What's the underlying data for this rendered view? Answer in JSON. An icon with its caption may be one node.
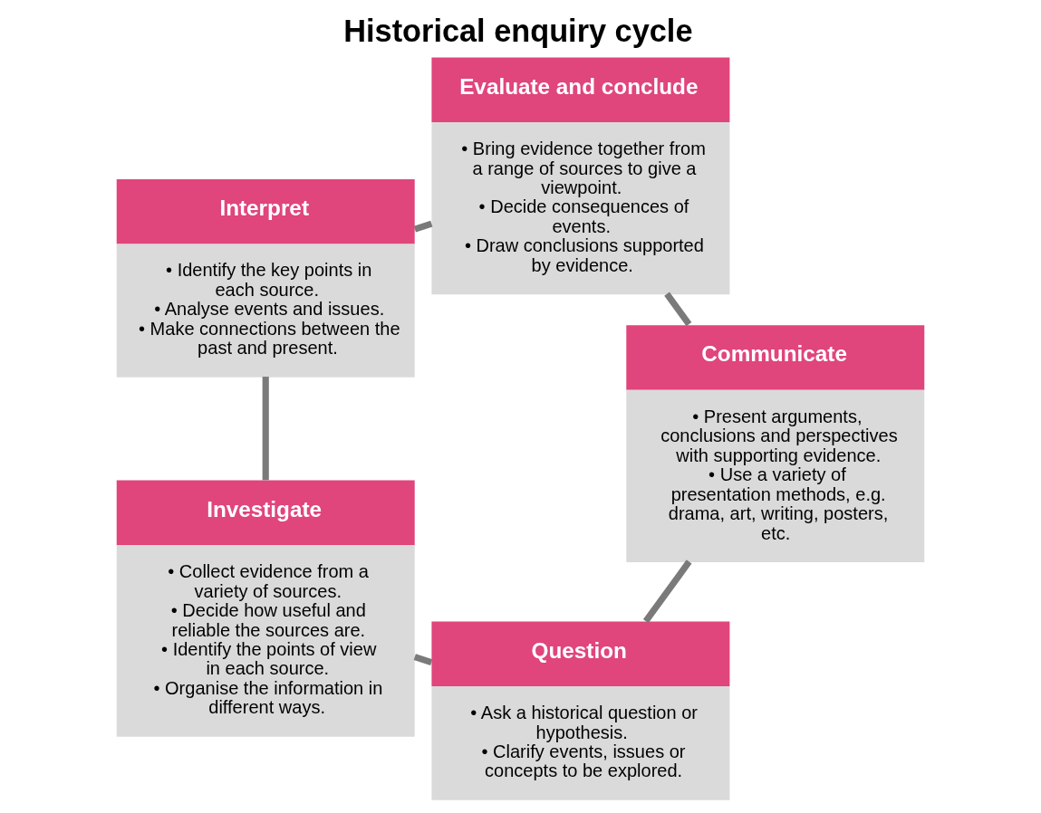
{
  "diagram": {
    "title": "Historical enquiry cycle",
    "nodes": [
      {
        "text": [
          "Question",
          "• Ask a historical question or hypothesis.",
          "• Clarify events, issues or concepts to be explored."
        ]
      },
      {
        "text": [
          "Communicate",
          "• Present arguments, conclusions and perspectives with supporting evidence.",
          "• Use a variety of presentation methods, e.g. drama, art, writing, posters, etc."
        ]
      },
      {
        "text": [
          "Investigate",
          "• Collect evidence from a variety of sources.",
          "• Decide how useful and reliable the sources are.",
          "• Identify the points of view in each source.",
          "• Organise the information in different ways."
        ]
      },
      {
        "text": [
          "Evaluate and conclude",
          "• Bring evidence together from a range of sources to give a viewpoint.",
          "• Decide consequences of events.",
          "• Draw conclusions supported by evidence."
        ]
      },
      {
        "text": [
          "Interpret",
          "• Identify the key points in each source.",
          "• Analyse events and issues.",
          "• Make connections between the past and present."
        ]
      }
    ],
    "edges": [
      {
        "from": 0,
        "to": 2,
        "arrow": "none"
      },
      {
        "from": 2,
        "to": 4,
        "arrow": "none"
      },
      {
        "from": 4,
        "to": 3,
        "arrow": "none"
      },
      {
        "from": 3,
        "to": 1,
        "arrow": "none"
      },
      {
        "from": 1,
        "to": 0,
        "arrow": "none"
      }
    ]
  }
}
